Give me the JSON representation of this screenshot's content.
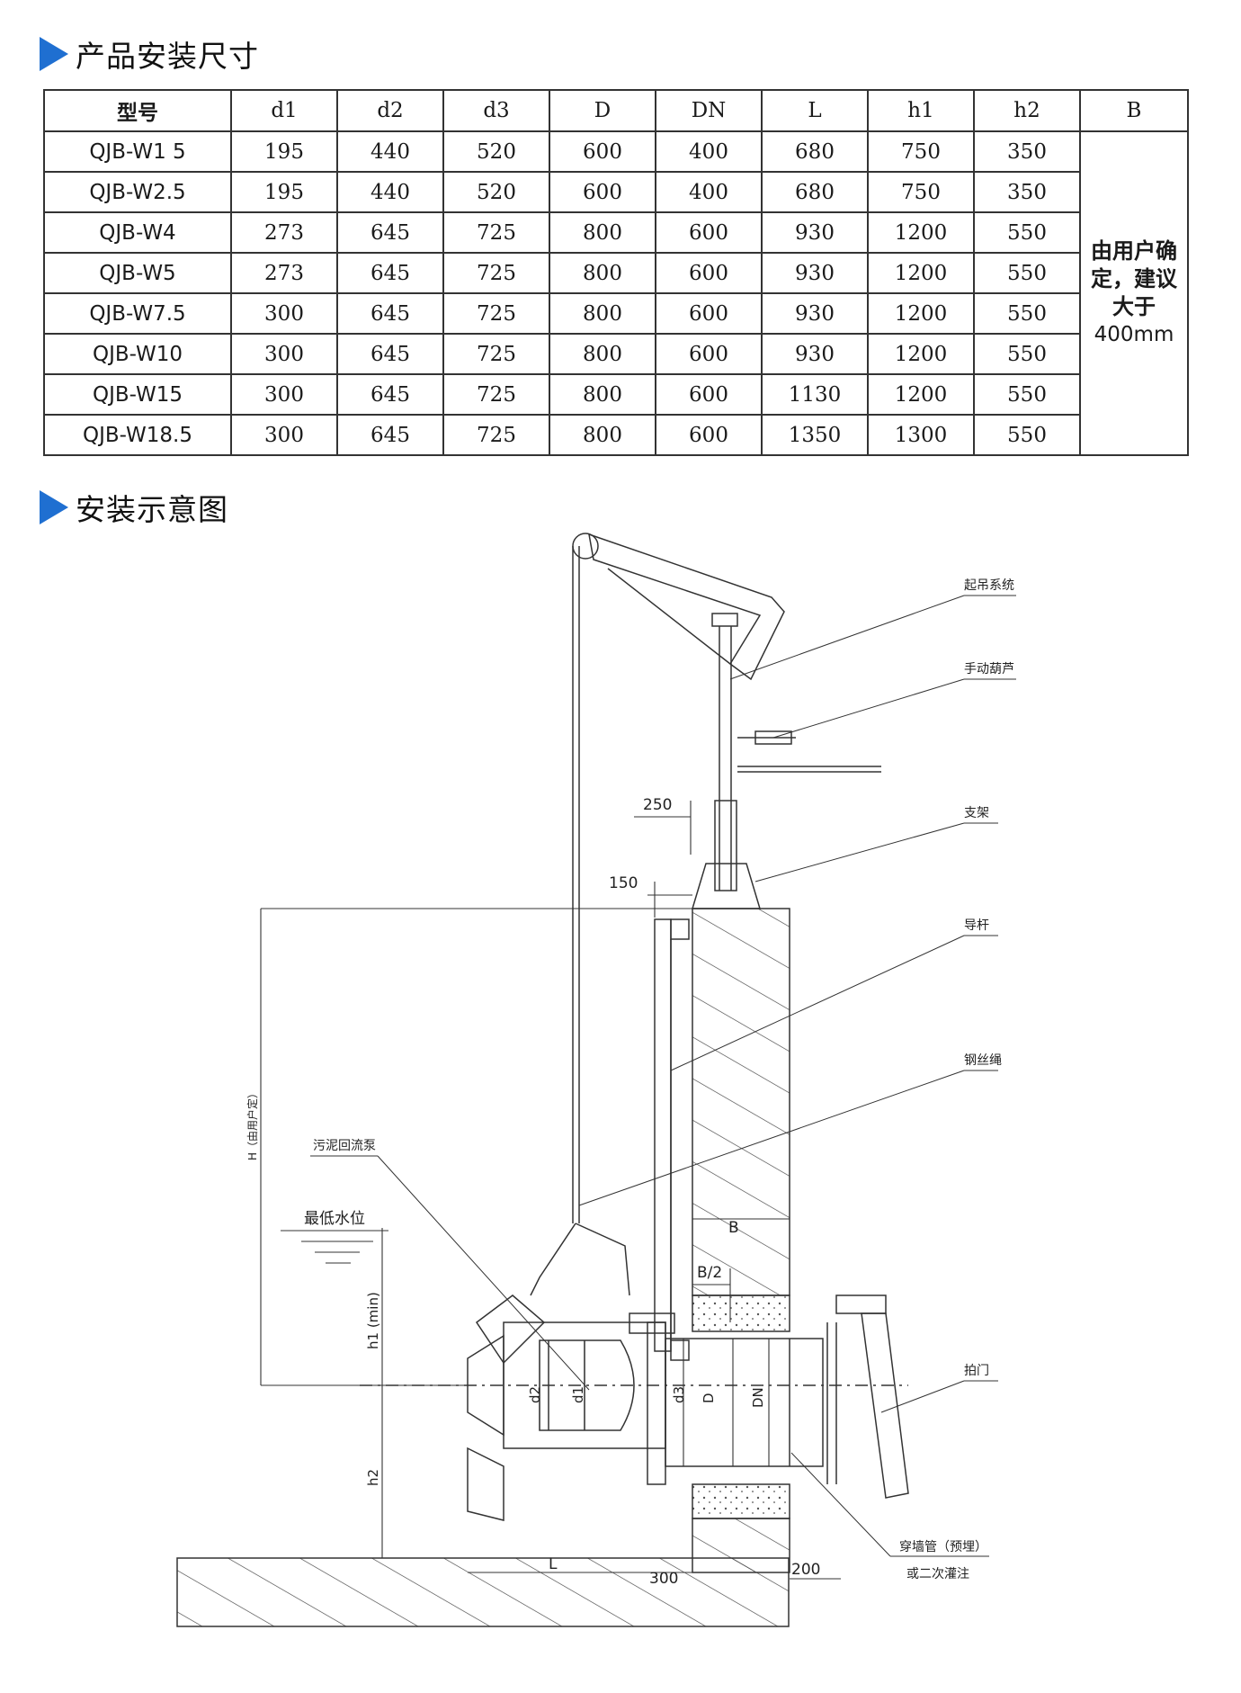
{
  "sections": {
    "spec_title": "产品安装尺寸",
    "diagram_title": "安装示意图"
  },
  "table": {
    "headers": [
      "型号",
      "d1",
      "d2",
      "d3",
      "D",
      "DN",
      "L",
      "h1",
      "h2",
      "B"
    ],
    "rows": [
      [
        "QJB-W1 5",
        "195",
        "440",
        "520",
        "600",
        "400",
        "680",
        "750",
        "350"
      ],
      [
        "QJB-W2.5",
        "195",
        "440",
        "520",
        "600",
        "400",
        "680",
        "750",
        "350"
      ],
      [
        "QJB-W4",
        "273",
        "645",
        "725",
        "800",
        "600",
        "930",
        "1200",
        "550"
      ],
      [
        "QJB-W5",
        "273",
        "645",
        "725",
        "800",
        "600",
        "930",
        "1200",
        "550"
      ],
      [
        "QJB-W7.5",
        "300",
        "645",
        "725",
        "800",
        "600",
        "930",
        "1200",
        "550"
      ],
      [
        "QJB-W10",
        "300",
        "645",
        "725",
        "800",
        "600",
        "930",
        "1200",
        "550"
      ],
      [
        "QJB-W15",
        "300",
        "645",
        "725",
        "800",
        "600",
        "1130",
        "1200",
        "550"
      ],
      [
        "QJB-W18.5",
        "300",
        "645",
        "725",
        "800",
        "600",
        "1350",
        "1300",
        "550"
      ]
    ],
    "b_note_cn": "由用户确定，建议大于",
    "b_note_value": "400mm"
  },
  "diagram": {
    "callouts": {
      "lifting_system": "起吊系统",
      "manual_hoist": "手动葫芦",
      "bracket": "支架",
      "guide_rod": "导杆",
      "wire_rope": "钢丝绳",
      "pump": "污泥回流泵",
      "min_water_level": "最低水位",
      "flap_valve": "拍门",
      "wall_pipe": "穿墙管（预埋）",
      "grout": "或二次灌注"
    },
    "dimensions": {
      "d250": "250",
      "d150": "150",
      "H": "H（由用户定）",
      "B": "B",
      "B_half": "B/2",
      "h1": "h1 (min)",
      "h2": "h2",
      "d2": "d2",
      "d1": "d1",
      "d3": "d3",
      "D": "D",
      "DN": "DN",
      "L": "L",
      "d300": "300",
      "d200": "200"
    }
  }
}
